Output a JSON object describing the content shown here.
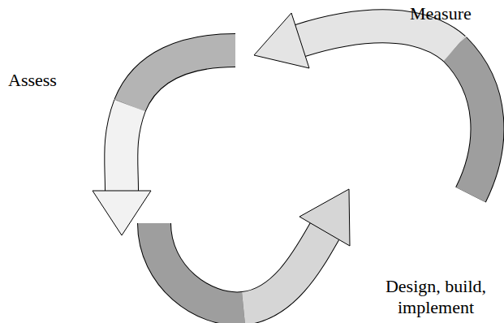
{
  "diagram": {
    "labels": [
      "Measure",
      "Assess",
      "Design, build, implement"
    ]
  }
}
